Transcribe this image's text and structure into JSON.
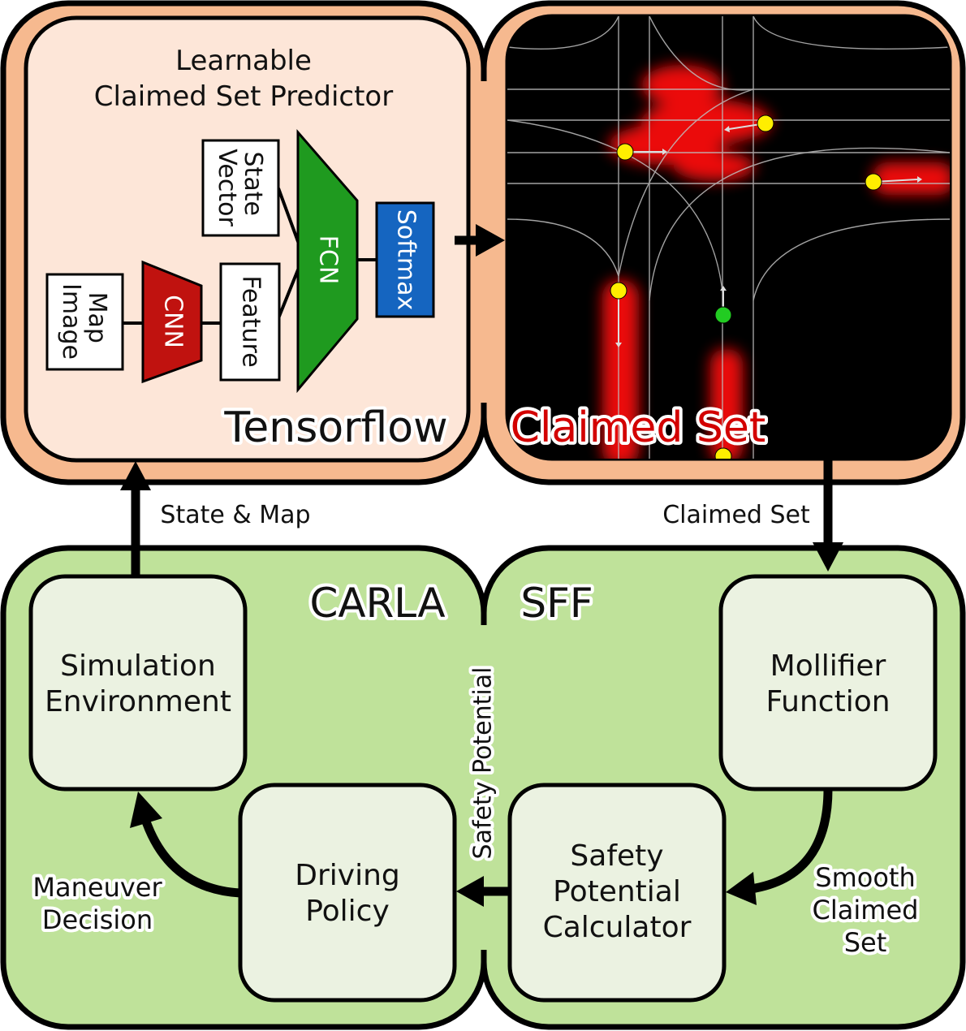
{
  "top": {
    "predictor_title_line1": "Learnable",
    "predictor_title_line2": "Claimed Set Predictor",
    "tensorflow_label": "Tensorflow",
    "claimed_set_label": "Claimed Set",
    "blocks": {
      "state_vector_line1": "State",
      "state_vector_line2": "Vector",
      "map_image_line1": "Map",
      "map_image_line2": "Image",
      "cnn": "CNN",
      "feature": "Feature",
      "fcn": "FCN",
      "softmax": "Softmax"
    }
  },
  "arrows": {
    "state_map": "State & Map",
    "claimed_set": "Claimed Set",
    "smooth_line1": "Smooth",
    "smooth_line2": "Claimed",
    "smooth_line3": "Set",
    "safety_potential": "Safety Potential",
    "maneuver_line1": "Maneuver",
    "maneuver_line2": "Decision"
  },
  "bottom": {
    "carla_label": "CARLA",
    "sff_label": "SFF",
    "simulation_line1": "Simulation",
    "simulation_line2": "Environment",
    "mollifier_line1": "Mollifier",
    "mollifier_line2": "Function",
    "driving_line1": "Driving",
    "driving_line2": "Policy",
    "calc_line1": "Safety",
    "calc_line2": "Potential",
    "calc_line3": "Calculator"
  },
  "colors": {
    "top_frame": "#f6b98f",
    "top_panel": "#fde6d8",
    "bottom_frame": "#bfe29a",
    "box_fill": "#ebf2e1",
    "cnn_red": "#c0120f",
    "fcn_green": "#1f9a1f",
    "softmax_blue": "#1565c0",
    "claimed_red": "#d30000",
    "vehicle_yellow": "#ffee00",
    "ego_green": "#22cc22"
  }
}
